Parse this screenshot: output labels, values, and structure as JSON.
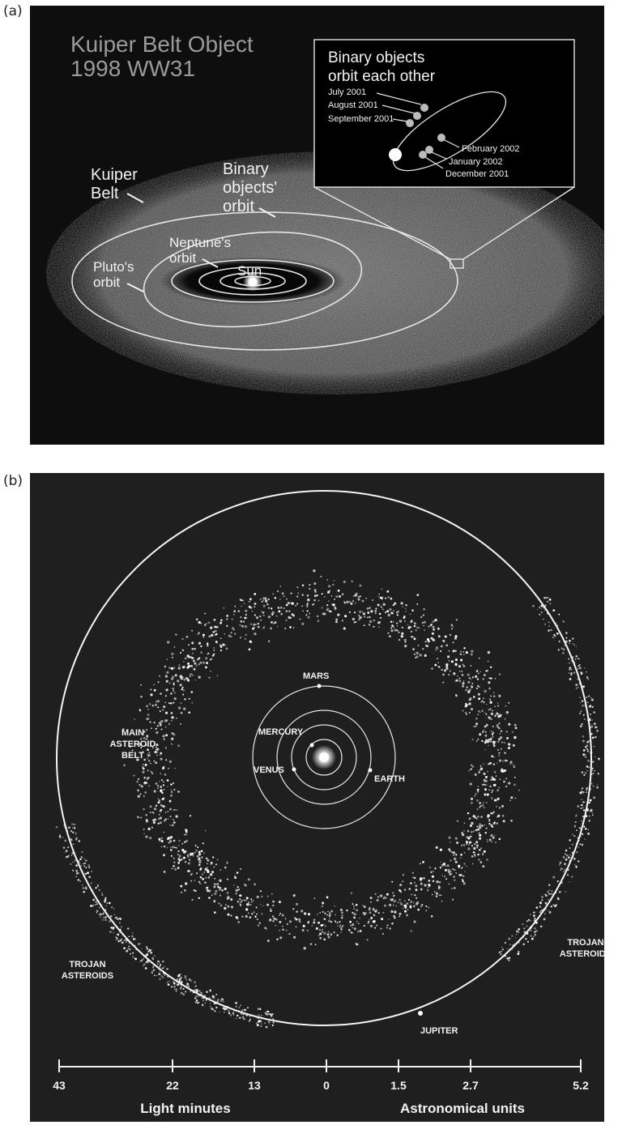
{
  "panel_a": {
    "label": "(a)",
    "title_line1": "Kuiper Belt Object",
    "title_line2": "1998 WW31",
    "kuiper_belt_line1": "Kuiper",
    "kuiper_belt_line2": "Belt",
    "binary_orbit_line1": "Binary",
    "binary_orbit_line2": "objects'",
    "binary_orbit_line3": "orbit",
    "neptune_line1": "Neptune's",
    "neptune_line2": "orbit",
    "pluto_line1": "Pluto's",
    "pluto_line2": "orbit",
    "sun": "Sun",
    "inset": {
      "title_line1": "Binary objects",
      "title_line2": "orbit each other",
      "dates": [
        "July 2001",
        "August 2001",
        "September 2001",
        "February 2002",
        "January 2002",
        "December 2001"
      ]
    }
  },
  "panel_b": {
    "label": "(b)",
    "planets": [
      "MARS",
      "MERCURY",
      "VENUS",
      "EARTH",
      "JUPITER"
    ],
    "main_belt_line1": "MAIN",
    "main_belt_line2": "ASTEROID",
    "main_belt_line3": "BELT",
    "trojan_right_line1": "TROJAN",
    "trojan_right_line2": "ASTEROIDS",
    "trojan_left_line1": "TROJAN",
    "trojan_left_line2": "ASTEROIDS",
    "scale_ticks": [
      "43",
      "22",
      "13",
      "0",
      "1.5",
      "2.7",
      "5.2"
    ],
    "scale_left_caption": "Light minutes",
    "scale_right_caption": "Astronomical units"
  },
  "colors": {
    "background_a": "#0e0e0e",
    "background_b": "#1f1f1f",
    "orbit": "#e6e6e6",
    "text": "#f2f2f2"
  }
}
